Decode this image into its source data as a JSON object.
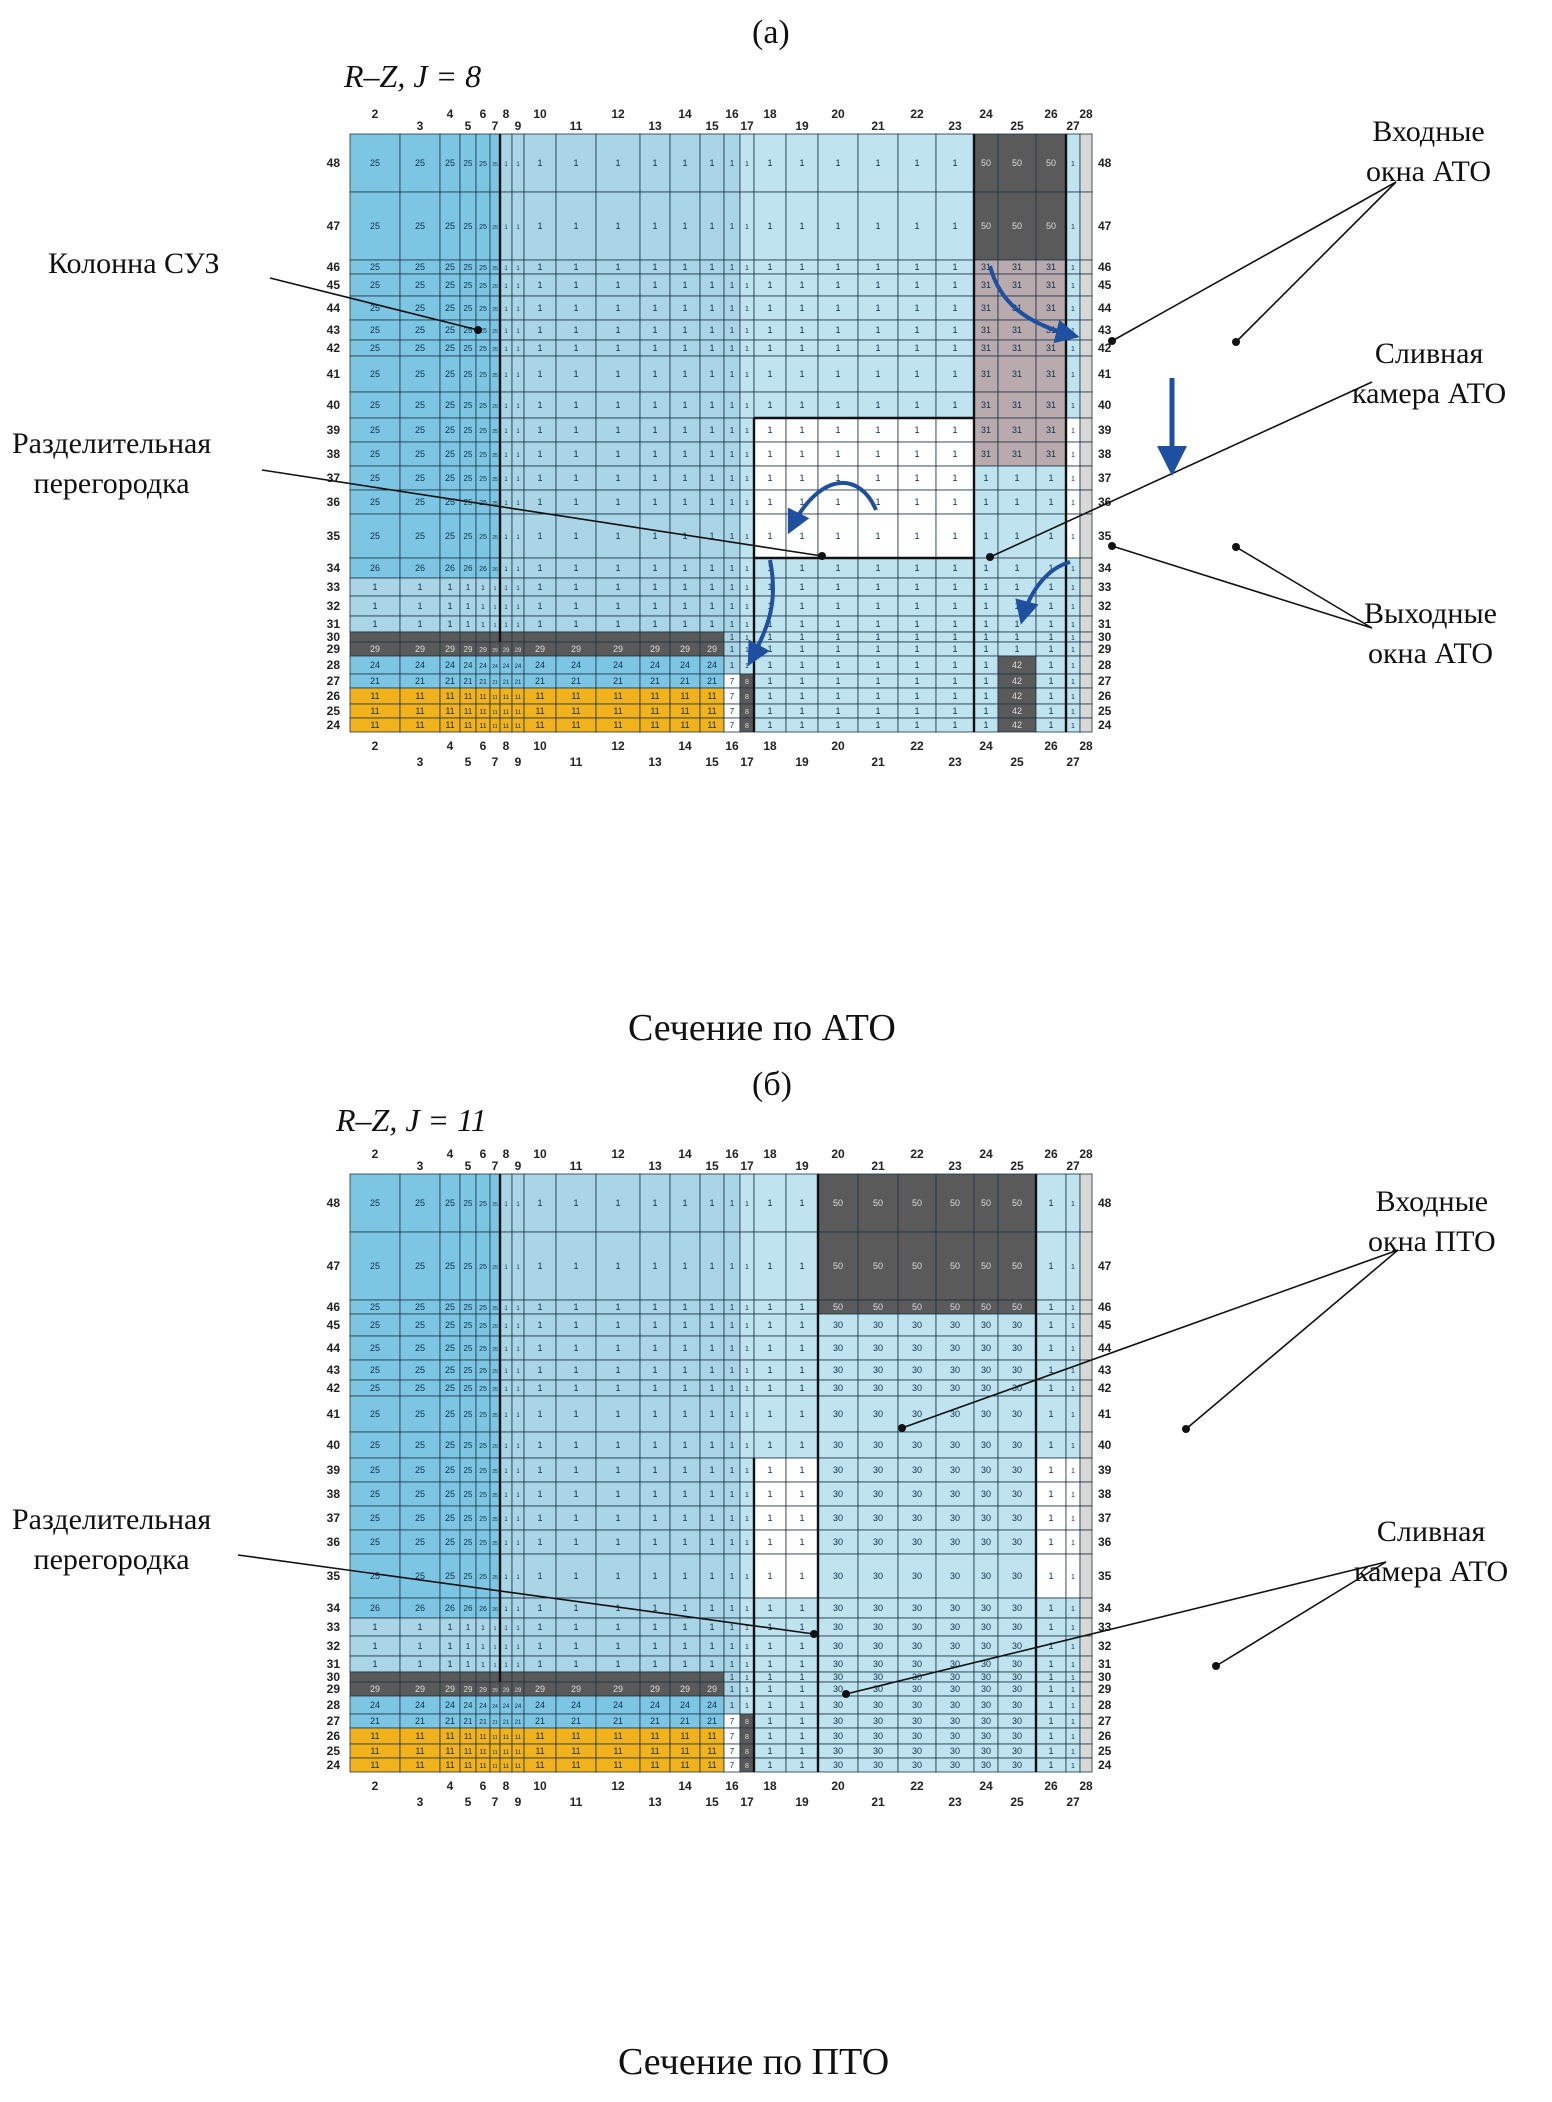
{
  "colors": {
    "light": "#bfe3ef",
    "mid": "#a9d5e6",
    "blue": "#7dc6e3",
    "dark": "#5a5a5a",
    "white": "#ffffff",
    "mauve": "#b9aaad",
    "orange": "#f2b21c",
    "arrow": "#1f4fa0",
    "line": "#1b3344",
    "lightgray": "#d8d8d8"
  },
  "panels": [
    {
      "label": "(а)",
      "rz_label": "R–Z, J = 8",
      "caption": "Сечение по АТО",
      "col_labels": [
        "2",
        "3",
        "4",
        "5",
        "6",
        "7",
        "8",
        "9",
        "10",
        "11",
        "12",
        "13",
        "14",
        "15",
        "16",
        "17",
        "18",
        "19",
        "20",
        "21",
        "22",
        "23",
        "24",
        "25",
        "26",
        "27",
        "28"
      ],
      "row_labels": [
        "48",
        "47",
        "46",
        "45",
        "44",
        "43",
        "42",
        "41",
        "40",
        "39",
        "38",
        "37",
        "36",
        "35",
        "34",
        "33",
        "32",
        "31",
        "30",
        "29",
        "28",
        "27",
        "26",
        "25",
        "24"
      ],
      "annotations": [
        {
          "lines": [
            "Колонна СУЗ"
          ]
        },
        {
          "lines": [
            "Разделительная",
            "перегородка"
          ]
        },
        {
          "lines": [
            "Входные",
            "окна АТО"
          ]
        },
        {
          "lines": [
            "Сливная",
            "камера АТО"
          ]
        },
        {
          "lines": [
            "Выходные",
            "окна АТО"
          ]
        }
      ]
    },
    {
      "label": "(б)",
      "rz_label": "R–Z, J = 11",
      "caption": "Сечение по ПТО",
      "col_labels": [
        "2",
        "3",
        "4",
        "5",
        "6",
        "7",
        "8",
        "9",
        "10",
        "11",
        "12",
        "13",
        "14",
        "15",
        "16",
        "17",
        "18",
        "19",
        "20",
        "21",
        "22",
        "23",
        "24",
        "25",
        "26",
        "27",
        "28"
      ],
      "row_labels": [
        "48",
        "47",
        "46",
        "45",
        "44",
        "43",
        "42",
        "41",
        "40",
        "39",
        "38",
        "37",
        "36",
        "35",
        "34",
        "33",
        "32",
        "31",
        "30",
        "29",
        "28",
        "27",
        "26",
        "25",
        "24"
      ],
      "annotations": [
        {
          "lines": [
            "Входные",
            "окна ПТО"
          ]
        },
        {
          "lines": [
            "Разделительная",
            "перегородка"
          ]
        },
        {
          "lines": [
            "Сливная",
            "камера АТО"
          ]
        }
      ]
    }
  ]
}
